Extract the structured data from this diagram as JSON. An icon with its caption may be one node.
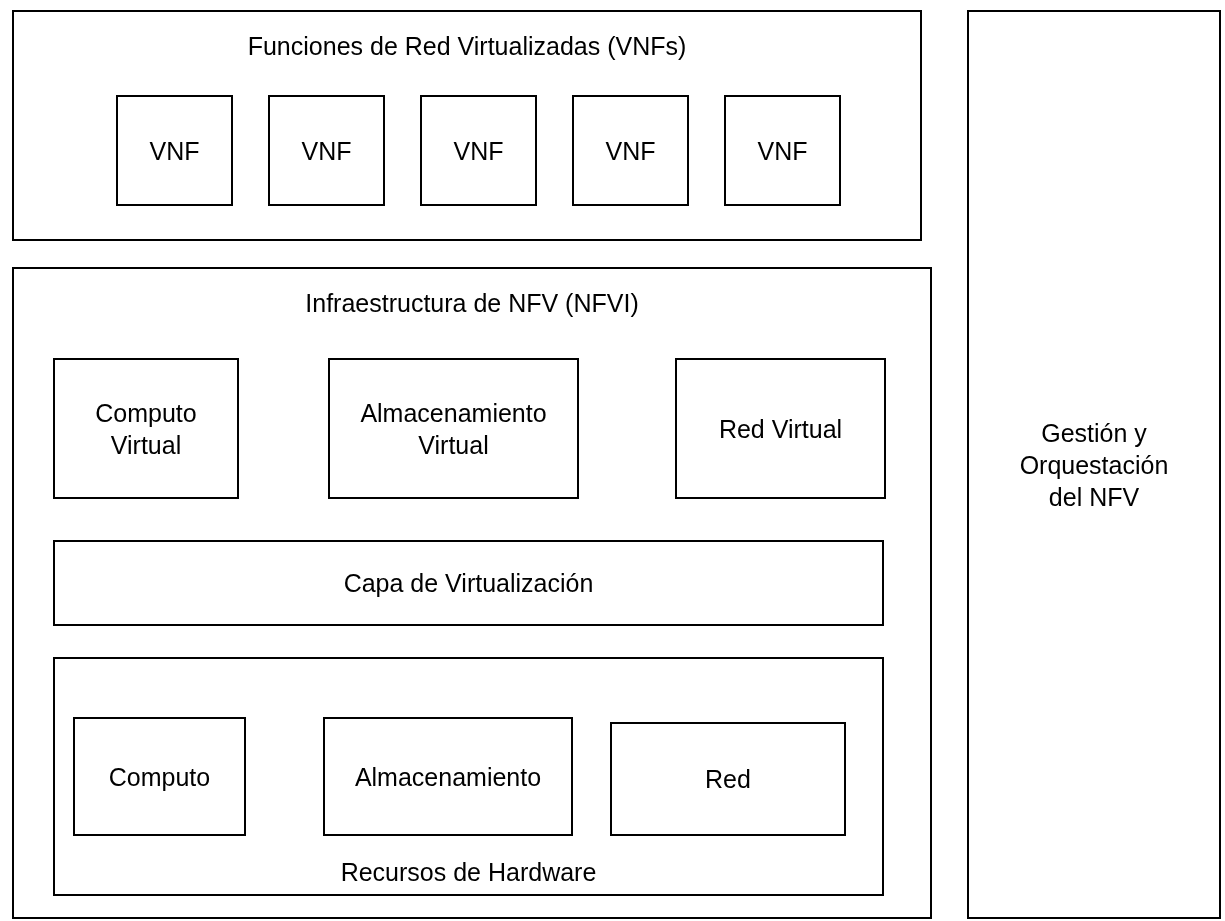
{
  "diagram": {
    "nodes": [
      {
        "text": [
          "Funciones de Red Virtualizadas (VNFs)"
        ]
      },
      {
        "text": [
          "VNF"
        ],
        "in": 0
      },
      {
        "text": [
          "VNF"
        ],
        "in": 0
      },
      {
        "text": [
          "VNF"
        ],
        "in": 0
      },
      {
        "text": [
          "VNF"
        ],
        "in": 0
      },
      {
        "text": [
          "VNF"
        ],
        "in": 0
      },
      {
        "text": [
          "Infraestructura de NFV (NFVI)"
        ]
      },
      {
        "text": [
          "Computo Virtual"
        ],
        "in": 6
      },
      {
        "text": [
          "Almacenamiento Virtual"
        ],
        "in": 6
      },
      {
        "text": [
          "Red Virtual"
        ],
        "in": 6
      },
      {
        "text": [
          "Capa de Virtualización"
        ],
        "in": 6
      },
      {
        "text": [
          "Recursos de Hardware"
        ],
        "in": 6
      },
      {
        "text": [
          "Computo"
        ],
        "in": 11
      },
      {
        "text": [
          "Almacenamiento"
        ],
        "in": 11
      },
      {
        "text": [
          "Red"
        ],
        "in": 11
      },
      {
        "text": [
          "Gestión y Orquestación del NFV"
        ]
      }
    ],
    "edges": []
  }
}
